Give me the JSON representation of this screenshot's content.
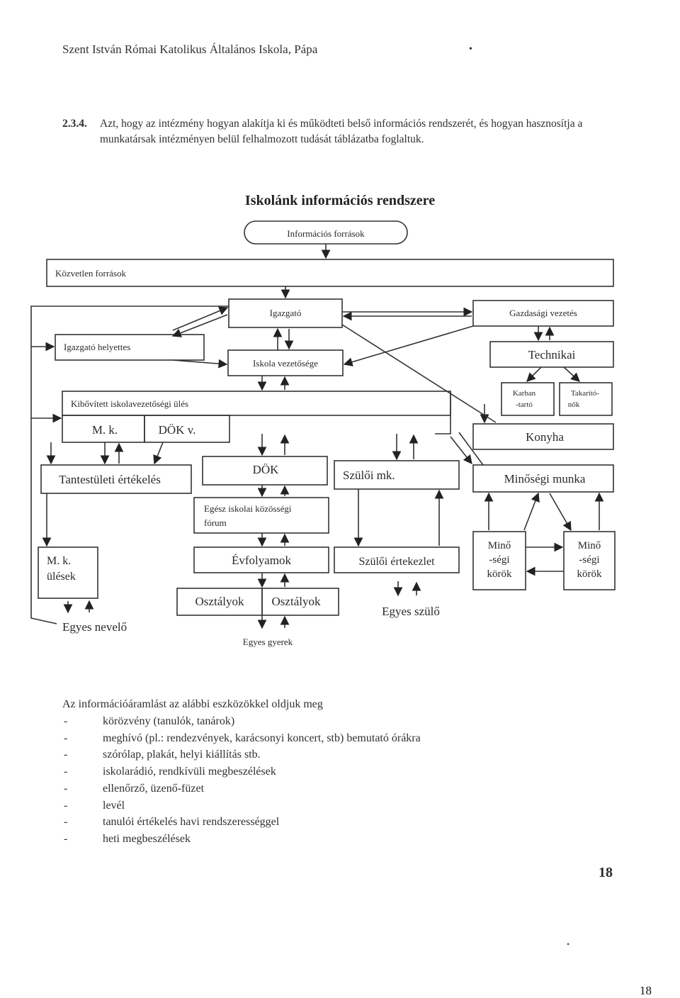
{
  "header": {
    "school": "Szent István Római Katolikus Általános Iskola, Pápa",
    "dot": "•"
  },
  "intro": {
    "number": "2.3.4.",
    "text": "Azt, hogy az intézmény hogyan alakítja ki és működteti belső információs rendszerét, és hogyan hasznosítja a munkatársak intézményen belül felhalmozott tudását táblázatba foglaltuk."
  },
  "diagram": {
    "title": "Iskolánk információs rendszere",
    "nodes": {
      "info_sources": "Információs források",
      "direct_sources": "Közvetlen források",
      "principal": "Igazgató",
      "economic_mgmt": "Gazdasági vezetés",
      "deputy": "Igazgató helyettes",
      "school_mgmt": "Iskola vezetősége",
      "technical": "Technikai",
      "maintenance": [
        "Karban",
        "-tartó"
      ],
      "cleaners": [
        "Takarító-",
        "nők"
      ],
      "extended_meeting": "Kibővített iskolavezetőségi ülés",
      "mk": "M. k.",
      "dok_v": "DÖK v.",
      "kitchen": "Konyha",
      "staff_eval": "Tantestületi értékelés",
      "dok": "DÖK",
      "parents_mk": "Szülői mk.",
      "quality_work": "Minőségi munka",
      "forum": [
        "Egész iskolai közösségi",
        "fórum"
      ],
      "mk_meetings": [
        "M. k.",
        "ülések"
      ],
      "grades": "Évfolyamok",
      "parents_meeting": "Szülői értekezlet",
      "quality_circles_1": [
        "Minő",
        "-ségi",
        "körök"
      ],
      "quality_circles_2": [
        "Minő",
        "-ségi",
        "körök"
      ],
      "classes_1": "Osztályok",
      "classes_2": "Osztályok",
      "individual_parent": "Egyes szülő",
      "individual_teacher": "Egyes nevelő",
      "individual_child": "Egyes gyerek"
    }
  },
  "list": {
    "intro": "Az információáramlást az alábbi eszközökkel oldjuk meg",
    "items": [
      "körözvény (tanulók, tanárok)",
      "meghívó (pl.: rendezvények, karácsonyi koncert, stb) bemutató órákra",
      "szórólap, plakát, helyi kiállítás stb.",
      "iskolarádió, rendkívüli megbeszélések",
      "ellenőrző, üzenő-füzet",
      "levél",
      "tanulói értékelés havi rendszerességgel",
      "heti megbeszélések"
    ]
  },
  "page_number_inner": "18",
  "page_number_footer": "18",
  "stray_mark": "•"
}
